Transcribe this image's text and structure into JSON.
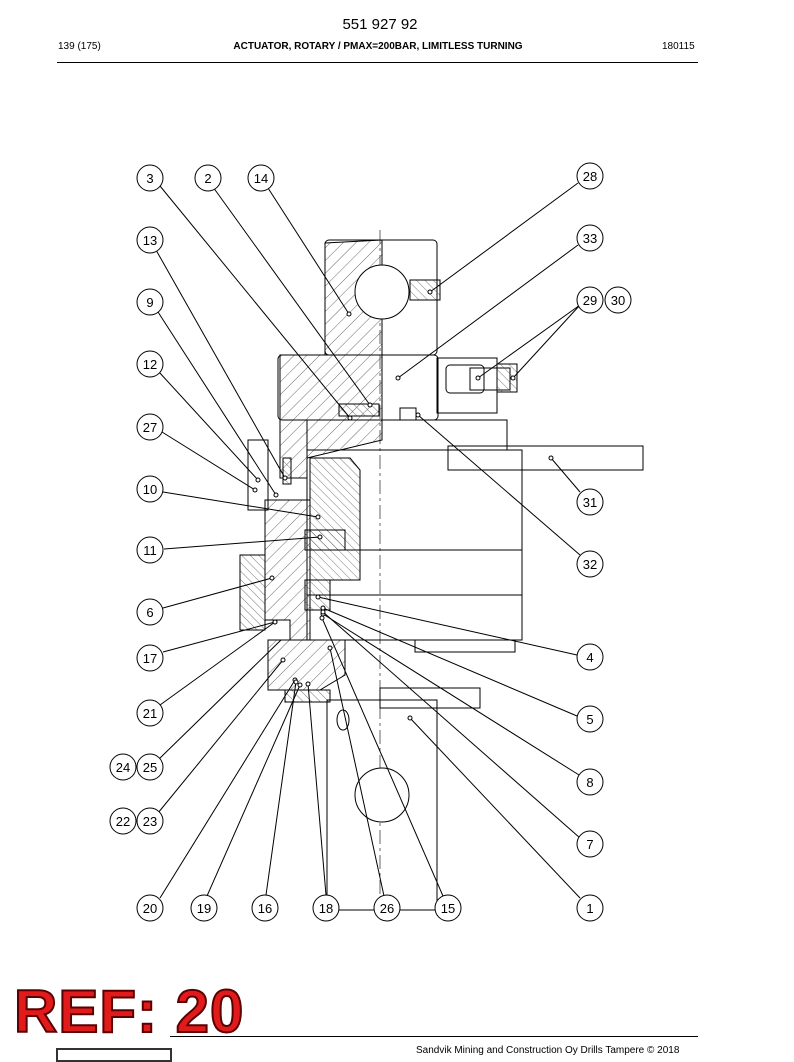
{
  "header": {
    "doc_number": "551 927 92",
    "page": "139 (175)",
    "title": "ACTUATOR, ROTARY / PMAX=200BAR, LIMITLESS TURNING",
    "date_code": "180115"
  },
  "drawing": {
    "callouts": [
      "3",
      "2",
      "14",
      "28",
      "13",
      "33",
      "9",
      "29",
      "30",
      "12",
      "27",
      "10",
      "31",
      "11",
      "32",
      "6",
      "4",
      "17",
      "5",
      "21",
      "24",
      "25",
      "8",
      "22",
      "23",
      "7",
      "20",
      "19",
      "16",
      "18",
      "26",
      "15",
      "1"
    ]
  },
  "footer": {
    "copyright": "Sandvik Mining and Construction Oy Drills Tampere © 2018"
  },
  "stamp": {
    "ref": "REF: 20"
  }
}
